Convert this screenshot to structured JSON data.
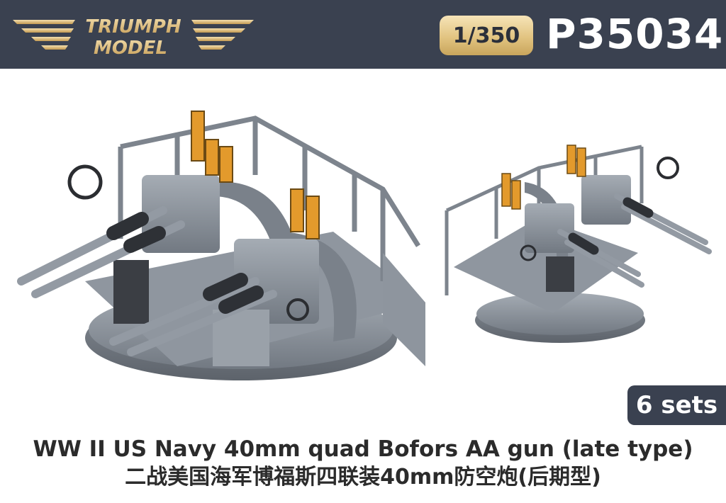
{
  "header": {
    "brand_line1": "TRIUMPH",
    "brand_line2": "MODEL",
    "scale": "1/350",
    "product_code": "P35034"
  },
  "badge": {
    "sets": "6 sets"
  },
  "titles": {
    "english": "WW II US Navy 40mm quad Bofors AA gun (late type)",
    "chinese": "二战美国海军博福斯四联装40mm防空炮(后期型)"
  },
  "colors": {
    "header_bg": "#3a4150",
    "gold": "#d9b978",
    "gun_grey": "#8c939c",
    "ammo_orange": "#e39a2c"
  }
}
